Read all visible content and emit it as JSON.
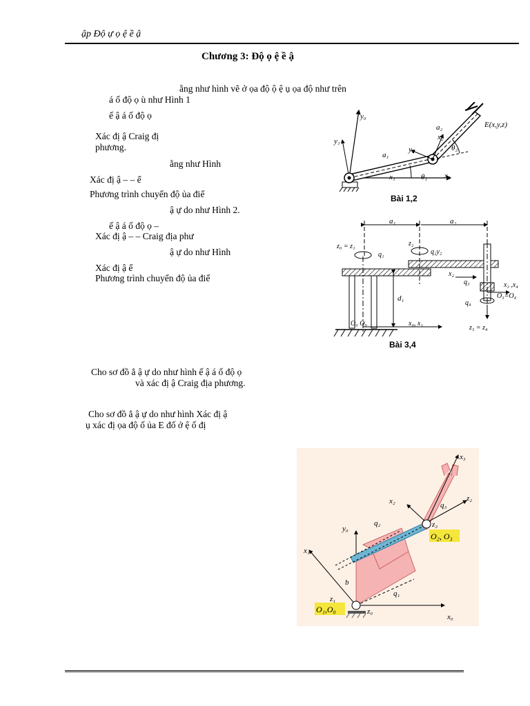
{
  "header": {
    "text": "ập Độ     ự   ọ   ệ    ề   ậ"
  },
  "title": "Chương 3: Độ     ọ   ệ    ề   ậ",
  "lines": [
    "ằng như hình vẽ        ở      ọa độ        ộ          ệ   ụ   ọa độ như trên",
    "á                  ố độ   ọ                ù            như Hình 1",
    "ế   ậ    á                 ố độ   ọ",
    "Xác đị                    ậ                                                  Craig  đị",
    "phương.",
    "ằng như Hình",
    "Xác đị              ậ                 –                –                          ể",
    "Phương trình chuyển độ       ủa điể",
    "ậ    ự do như Hình 2.",
    "ế   ậ    á                 ố độ   ọ              –",
    "Xác đị                   ậ                –                – Craig địa phư",
    "ậ    ự do như Hình",
    "Xác đị                 ậ                                                                     ể",
    "Phương trình chuyển độ       ủa điể",
    "Cho sơ đồ              ẳ              ậ    ự do như hình          ế   ậ    á                        ố độ     ọ",
    "và xác đị                        ậ                                  Craig địa phương.",
    "Cho sơ đồ              ẳ              ậ    ự do như hình     Xác đị                       ậ",
    "ụ       xác đị      ọa độ     ố      ủa E đố    ở    ệ    ố đị"
  ],
  "figure1": {
    "caption": "Bài 1,2",
    "labels": {
      "y0": "y₀",
      "y1": "y₁",
      "y2": "y₂",
      "x0": "x₀",
      "x1": "x₁",
      "x2": "x₂",
      "a1": "a₁",
      "a2": "a₂",
      "theta1": "θ₁",
      "theta2": "θ₂",
      "E": "E(x,y,z)"
    }
  },
  "figure2": {
    "caption": "Bài 3,4",
    "labels": {
      "a1": "a₁",
      "a2": "a₂",
      "z0z1": "z₀ = z₁",
      "z2": "z₂",
      "q1": "q₁",
      "q2y2": "q₂y₂",
      "x2": "x₂",
      "q3": "q₃",
      "x3x4": "x₃ ,x₄",
      "O3O4": "O₃=O₄",
      "q4": "q₄",
      "z3z4": "z₃ = z₄",
      "d1": "d₁",
      "O0O1": "O₀ O₀",
      "x0x1": "x₀, x₁"
    }
  },
  "figure3": {
    "labels": {
      "x3": "x₃",
      "x2": "x₂",
      "z2": "z₂",
      "q3": "q₃",
      "z3": "z₃",
      "y0": "y₀",
      "q2": "q₂",
      "O2O3": "O₂, O₃",
      "x1": "x₁",
      "b": "b",
      "q1": "q₁",
      "z1": "z₁",
      "O1O0": "O₁,O₀",
      "z0": "z₀",
      "x0": "x₀"
    },
    "colors": {
      "background": "#fdf1e6",
      "link": "#f6b3b3",
      "slider": "#6fb6d3",
      "highlight": "#f4e63a"
    }
  }
}
